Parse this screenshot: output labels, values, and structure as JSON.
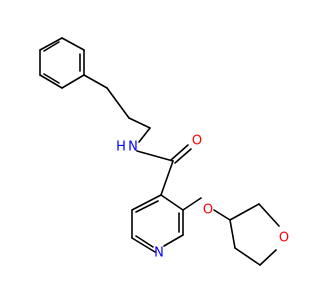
{
  "molecule": {
    "atoms": {
      "amide_nitrogen": {
        "symbol": "N",
        "hydrogen": "H",
        "color": "#0000ff"
      },
      "carbonyl_oxygen": {
        "symbol": "O",
        "color": "#ff0000"
      },
      "ether_oxygen": {
        "symbol": "O",
        "color": "#ff0000"
      },
      "ring_oxygen": {
        "symbol": "O",
        "color": "#ff0000"
      },
      "pyridine_nitrogen": {
        "symbol": "N",
        "color": "#0000ff"
      }
    },
    "bond_color": "#000000"
  }
}
